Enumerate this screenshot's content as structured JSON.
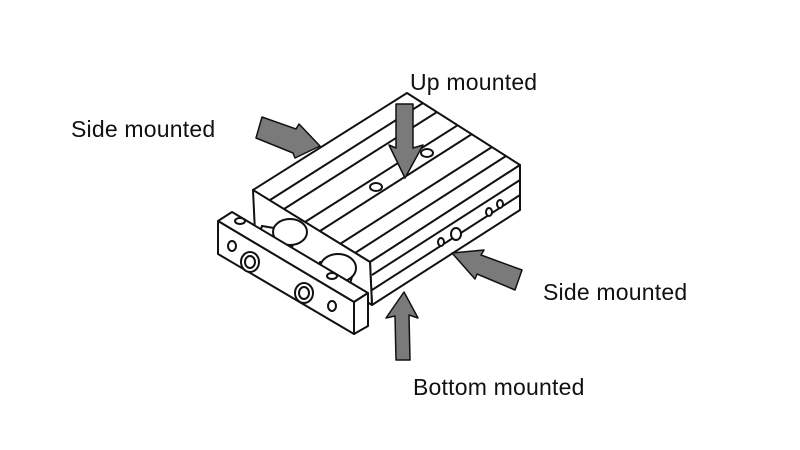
{
  "labels": {
    "up": "Up mounted",
    "side_left": "Side mounted",
    "side_right": "Side mounted",
    "bottom": "Bottom mounted"
  },
  "colors": {
    "stroke": "#111111",
    "arrow": "#7a7a7a",
    "background": "#ffffff"
  }
}
